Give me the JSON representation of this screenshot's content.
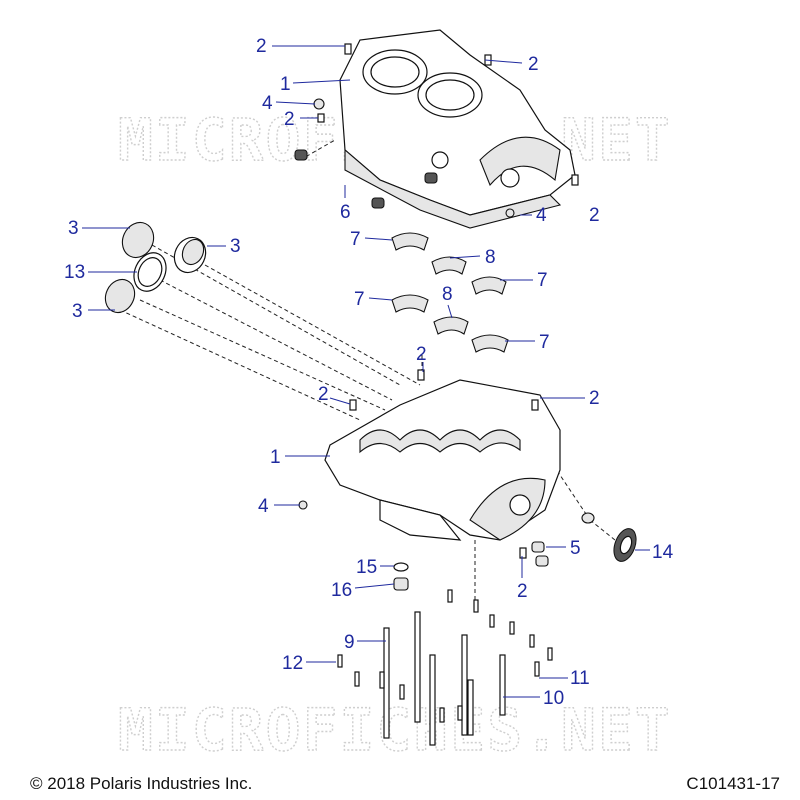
{
  "watermark": "MICROFICHES.NET",
  "footer": {
    "copyright": "© 2018 Polaris Industries Inc.",
    "figure_id": "C101431-17"
  },
  "callouts": {
    "upper_2a": "2",
    "upper_1": "1",
    "upper_4a": "4",
    "upper_2b": "2",
    "upper_2c": "2",
    "upper_6": "6",
    "upper_4b": "4",
    "upper_2d": "2",
    "seal_3a": "3",
    "seal_3b": "3",
    "seal_13": "13",
    "seal_3c": "3",
    "brg_7a": "7",
    "brg_8a": "8",
    "brg_7b": "7",
    "brg_7c": "7",
    "brg_8b": "8",
    "brg_7d": "7",
    "lower_2a": "2",
    "lower_2b": "2",
    "lower_2c": "2",
    "lower_1": "1",
    "lower_4": "4",
    "lower_5": "5",
    "lower_14": "14",
    "lower_2d": "2",
    "drain_15": "15",
    "drain_16": "16",
    "bolt_9": "9",
    "bolt_12": "12",
    "bolt_11": "11",
    "bolt_10": "10"
  },
  "colors": {
    "callout": "#1f2a9e",
    "line": "#111111",
    "watermark": "#cfcfcf"
  }
}
